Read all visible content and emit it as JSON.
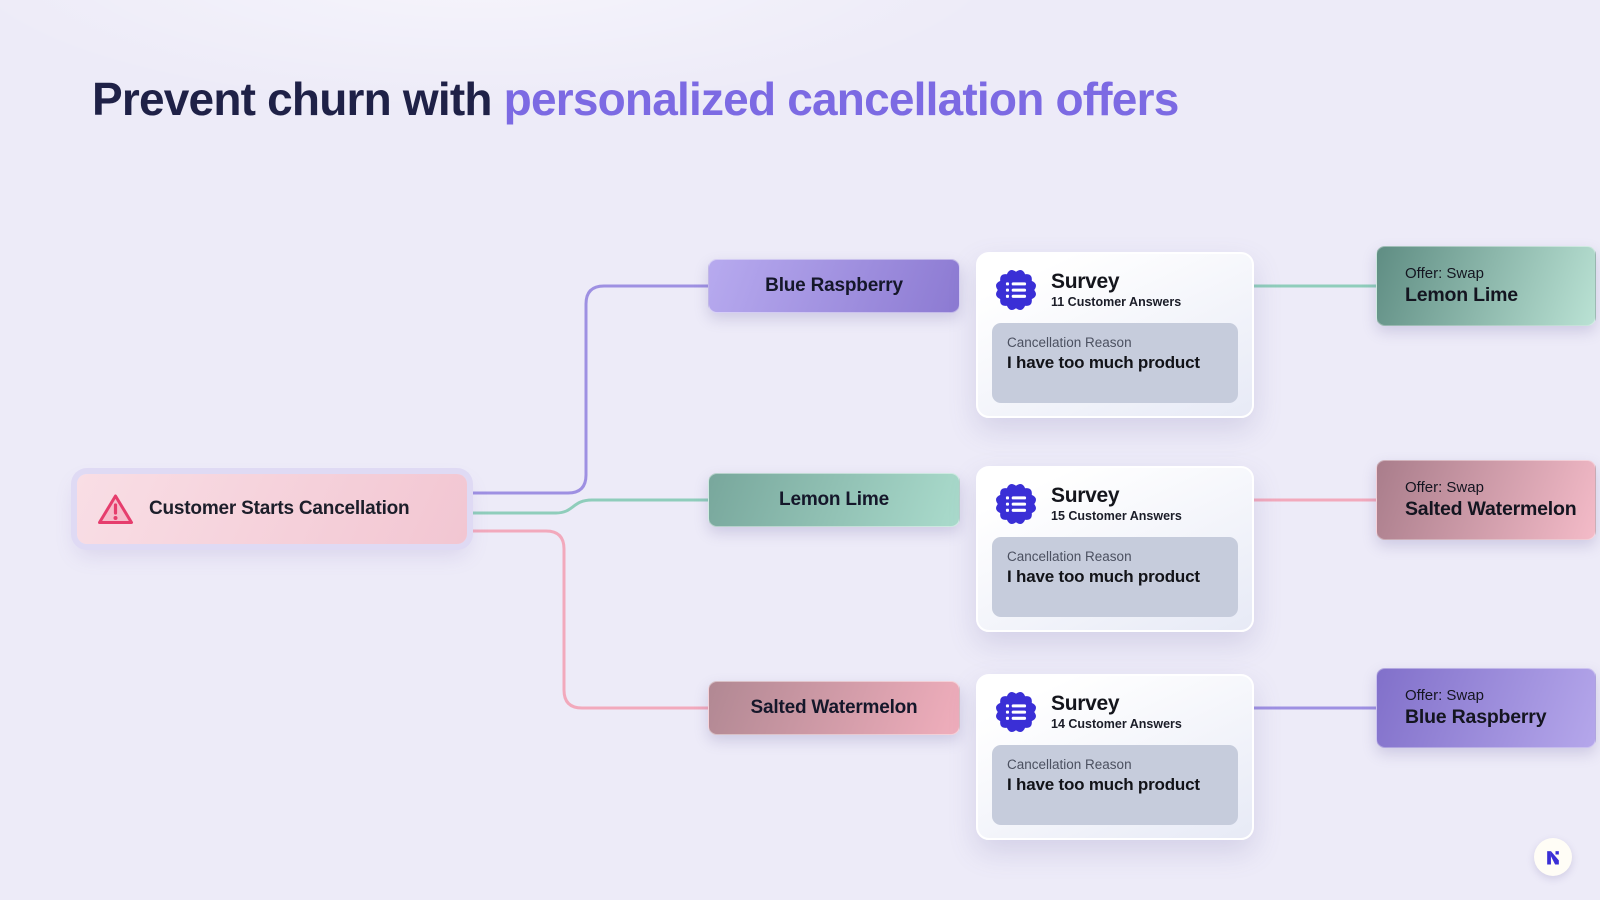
{
  "title": {
    "prefix": "Prevent churn with ",
    "highlight": "personalized cancellation offers"
  },
  "start": {
    "label": "Customer Starts Cancellation",
    "icon": "warning-triangle-icon"
  },
  "rows": [
    {
      "flavor": "Blue Raspberry",
      "survey": {
        "title": "Survey",
        "answers": "11 Customer Answers",
        "reason_label": "Cancellation Reason",
        "reason_value": "I have too much product"
      },
      "offer": {
        "kicker": "Offer: Swap",
        "flavor": "Lemon Lime"
      }
    },
    {
      "flavor": "Lemon Lime",
      "survey": {
        "title": "Survey",
        "answers": "15 Customer Answers",
        "reason_label": "Cancellation Reason",
        "reason_value": "I have too much product"
      },
      "offer": {
        "kicker": "Offer: Swap",
        "flavor": "Salted Watermelon"
      }
    },
    {
      "flavor": "Salted Watermelon",
      "survey": {
        "title": "Survey",
        "answers": "14 Customer Answers",
        "reason_label": "Cancellation Reason",
        "reason_value": "I have too much product"
      },
      "offer": {
        "kicker": "Offer: Swap",
        "flavor": "Blue Raspberry"
      }
    }
  ],
  "colors": {
    "background": "#edebf8",
    "title_dark": "#1f2147",
    "title_accent": "#7c6ae3",
    "blue_raspberry": "#9c8be0",
    "lemon_lime": "#8fccbb",
    "salted_watermelon": "#f0a9bb",
    "survey_badge": "#3a2fd6",
    "warning": "#e63d6d",
    "connector_purple": "#9e90e2",
    "connector_teal": "#8fcdbb",
    "connector_pink": "#f2a9bc",
    "logo_glyph": "#3a2fd6"
  }
}
